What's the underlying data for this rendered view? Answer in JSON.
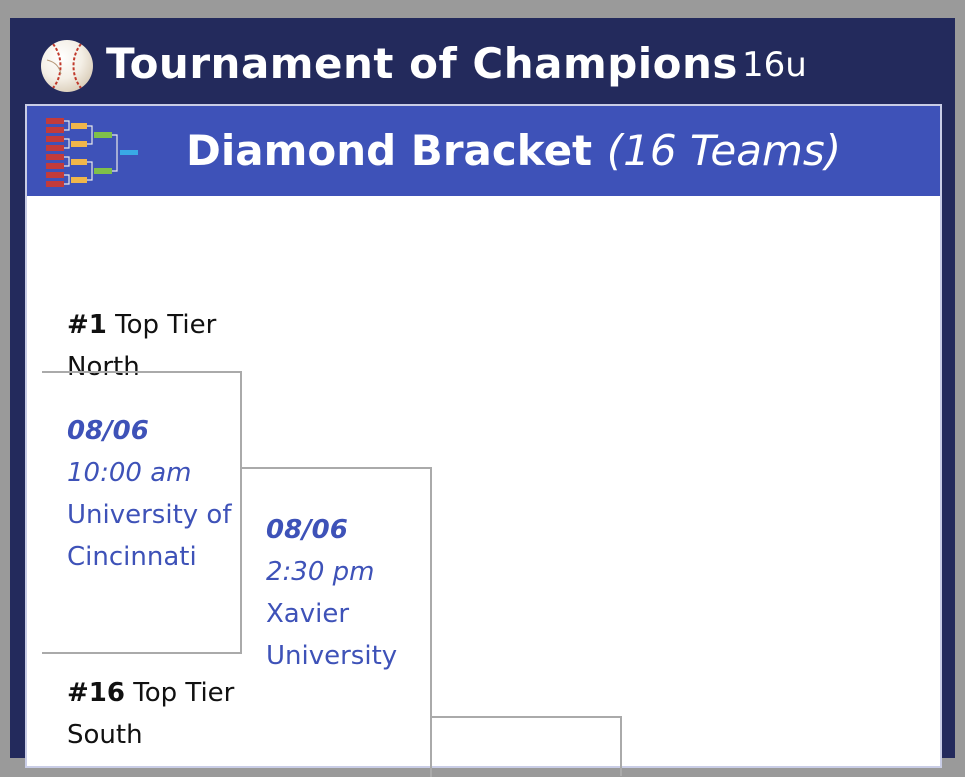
{
  "header": {
    "title": "Tournament of Champions",
    "age_group": "16u"
  },
  "bracket": {
    "title": "Diamond Bracket",
    "subtitle": "(16 Teams)"
  },
  "seeds": [
    {
      "number": "#1",
      "team": "Top Tier North"
    },
    {
      "number": "#16",
      "team": "Top Tier South"
    }
  ],
  "games": [
    {
      "date": "08/06",
      "time": "10:00 am",
      "location": "University of Cincinnati"
    },
    {
      "date": "08/06",
      "time": "2:30 pm",
      "location": "Xavier University"
    }
  ],
  "colors": {
    "frame": "#232a5c",
    "header_band": "#3e52b8",
    "game_text": "#3e52b8",
    "bracket_lines": "#aaaaaa"
  },
  "icons": {
    "logo": "baseball-icon",
    "bracket": "bracket-icon"
  }
}
